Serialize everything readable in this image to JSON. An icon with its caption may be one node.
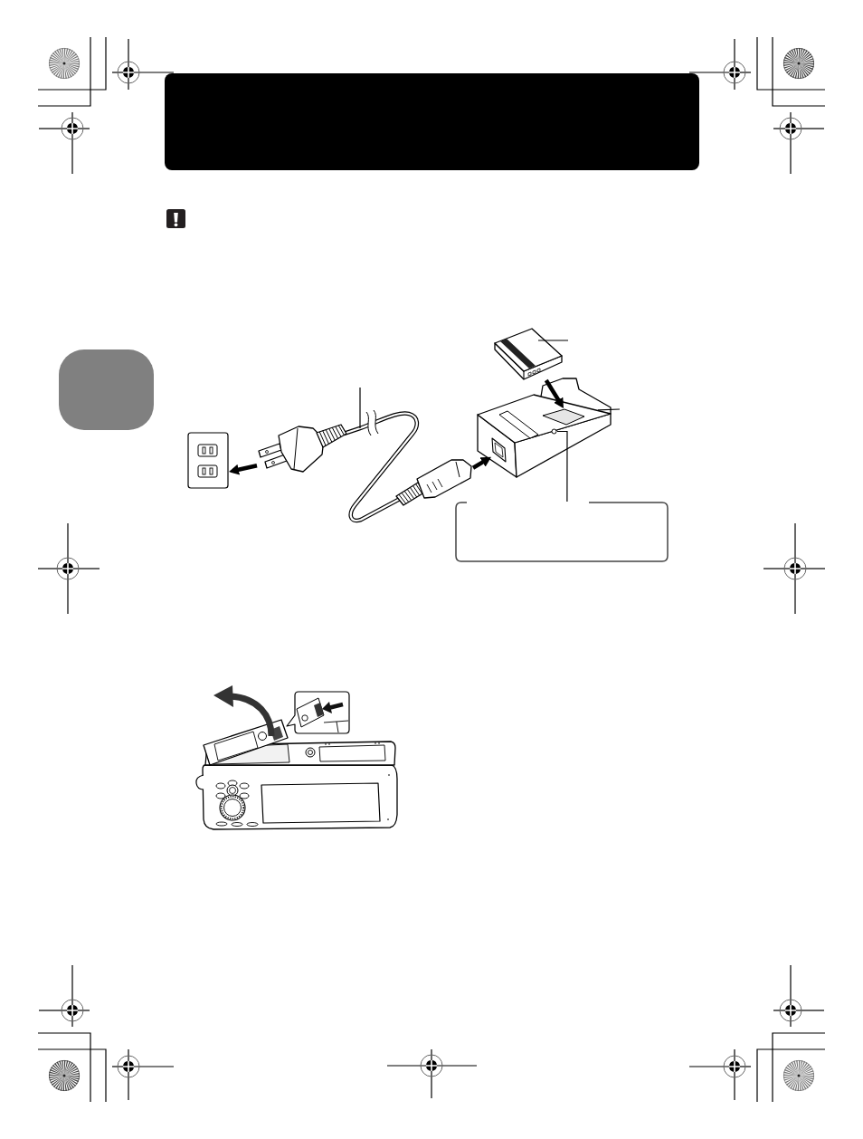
{
  "diagram": {
    "nodes": [
      {
        "text": [],
        "shape": "bar"
      },
      {
        "text": [],
        "shape": "box"
      },
      {
        "text": [],
        "shape": "picture"
      },
      {
        "text": [],
        "shape": "picture"
      },
      {
        "text": [],
        "shape": "picture"
      },
      {
        "text": [],
        "shape": "picture"
      },
      {
        "text": [],
        "shape": "box",
        "in": 5
      },
      {
        "text": [],
        "shape": "circle",
        "in": 5
      },
      {
        "text": [],
        "shape": "box",
        "in": 5
      },
      {
        "text": [],
        "shape": "box"
      }
    ],
    "edges": [
      {
        "from": 3,
        "to": 2,
        "arrow": "to",
        "style": "thick"
      },
      {
        "from": 3,
        "to": 8,
        "arrow": "to",
        "style": "thick"
      },
      {
        "from": 4,
        "to": 6,
        "arrow": "to",
        "style": "thick"
      },
      {
        "from": null,
        "to": 4,
        "arrow": "none"
      },
      {
        "from": null,
        "to": 5,
        "arrow": "none"
      },
      {
        "from": null,
        "to": 3,
        "arrow": "none"
      },
      {
        "from": 9,
        "to": 7,
        "arrow": "none"
      }
    ]
  }
}
